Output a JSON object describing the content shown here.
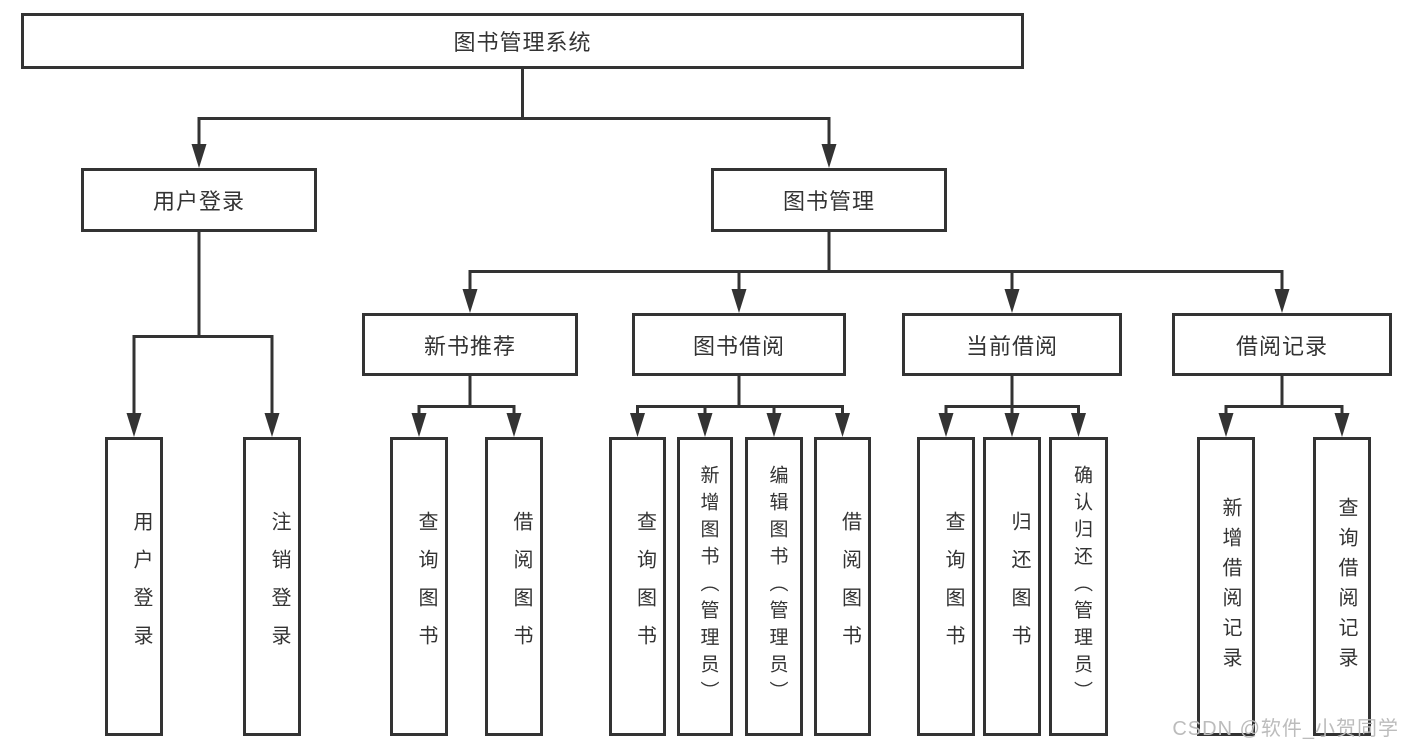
{
  "diagram": {
    "title": "图书管理系统",
    "level2": [
      {
        "label": "用户登录",
        "children": [
          "用户登录",
          "注销登录"
        ]
      },
      {
        "label": "图书管理",
        "children": [
          {
            "label": "新书推荐",
            "children": [
              "查询图书",
              "借阅图书"
            ]
          },
          {
            "label": "图书借阅",
            "children": [
              "查询图书",
              "新增图书（管理员）",
              "编辑图书（管理员）",
              "借阅图书"
            ]
          },
          {
            "label": "当前借阅",
            "children": [
              "查询图书",
              "归还图书",
              "确认归还（管理员）"
            ]
          },
          {
            "label": "借阅记录",
            "children": [
              "新增借阅记录",
              "查询借阅记录"
            ]
          }
        ]
      }
    ]
  },
  "watermark": {
    "text": "CSDN @软件_小贺同学"
  },
  "colors": {
    "line": "#333333",
    "box_border": "#333333",
    "text": "#333333",
    "watermark": "#bcbcbc",
    "background": "#ffffff"
  }
}
